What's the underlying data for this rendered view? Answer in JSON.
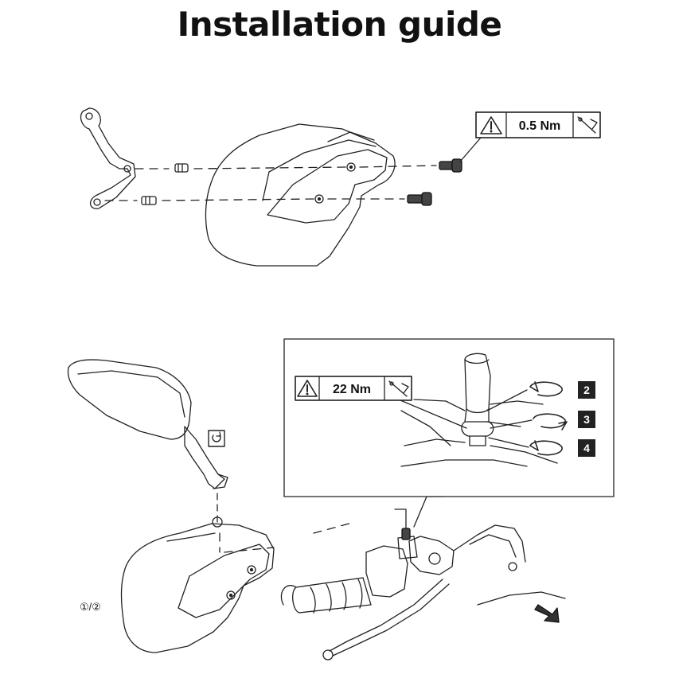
{
  "title": "Installation guide",
  "torque_top": "0.5 Nm",
  "torque_bottom": "22 Nm",
  "steps": [
    "2",
    "3",
    "4"
  ],
  "variant_label": "①/②",
  "icons": [
    "warning-triangle-icon",
    "torque-wrench-icon",
    "rotate-arrow-icon",
    "direction-arrow-icon"
  ]
}
